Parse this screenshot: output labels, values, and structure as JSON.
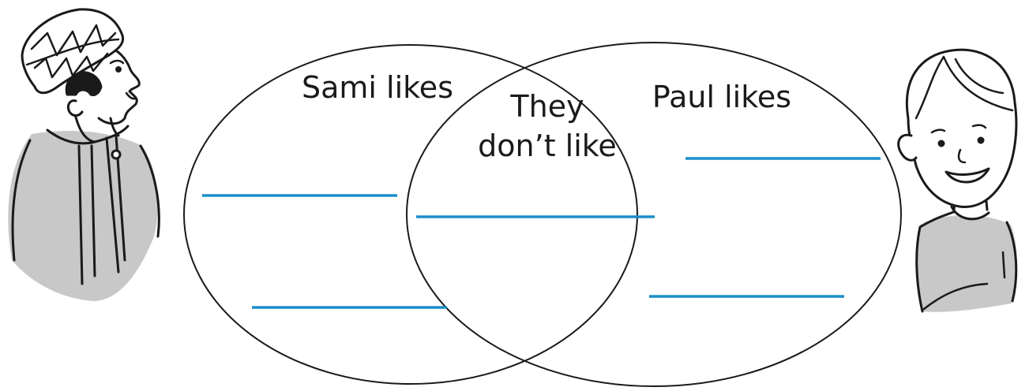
{
  "venn": {
    "left_label": "Sami likes",
    "middle_label_line1": "They",
    "middle_label_line2": "don’t like",
    "right_label": "Paul likes"
  },
  "colors": {
    "outline": "#1a1a1a",
    "answer_line": "#1b8fc9",
    "shading": "#c8c8c8"
  },
  "figures": {
    "left": "boy-in-kummah-cap",
    "right": "smiling-boy-in-t-shirt"
  },
  "answer_lines": {
    "left_region": 2,
    "middle_region": 1,
    "right_region": 2
  }
}
